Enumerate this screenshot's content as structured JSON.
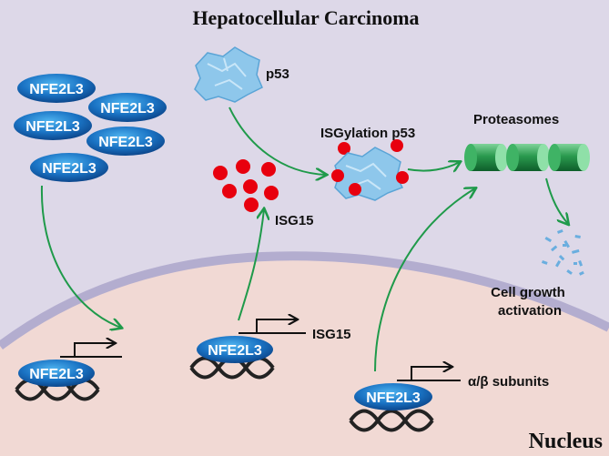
{
  "title": "Hepatocellular Carcinoma",
  "nucleus_label": "Nucleus",
  "protein_label": "NFE2L3",
  "labels": {
    "p53": "p53",
    "isgylation": "ISGylation p53",
    "proteasomes": "Proteasomes",
    "isg15_cyto": "ISG15",
    "isg15_gene": "ISG15",
    "subunits": "α/β subunits",
    "cell_growth_line1": "Cell growth",
    "cell_growth_line2": "activation"
  },
  "colors": {
    "background": "#ddd8e8",
    "nucleus": "#f1d9d4",
    "membrane": "#b3adcf",
    "arrow": "#1f9a4a",
    "nfe2l3": "#1a73c4",
    "isg15_dot": "#e8000e",
    "p53_protein": "#8ec7eb",
    "proteasome": "#2a9a4e"
  }
}
